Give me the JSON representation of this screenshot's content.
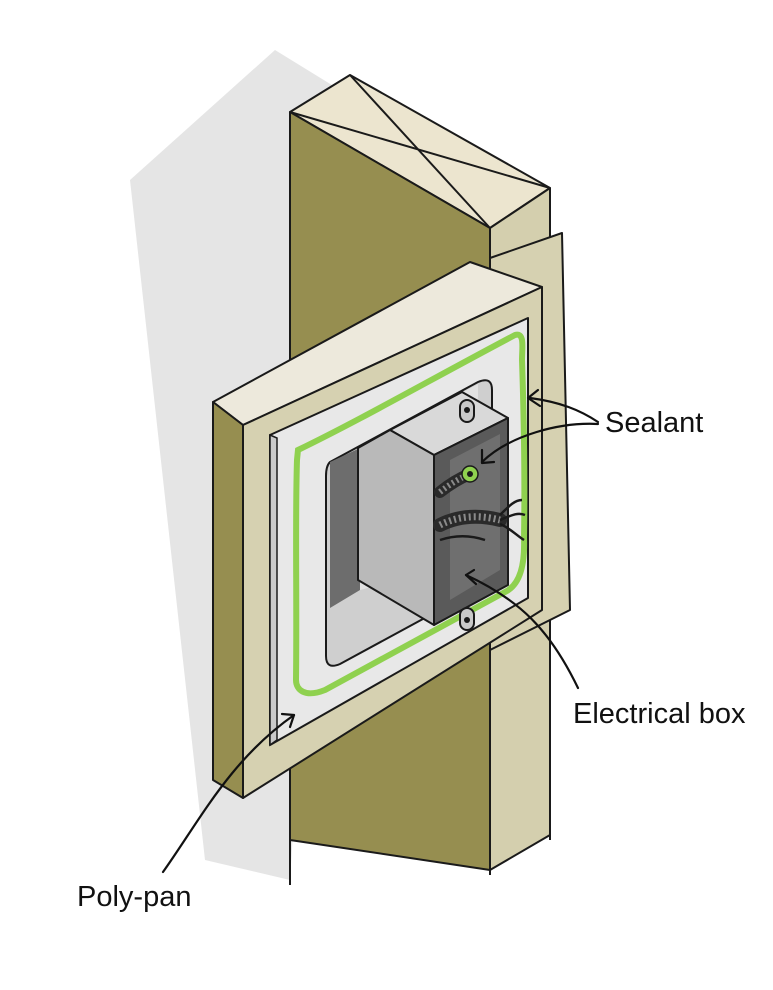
{
  "labels": {
    "sealant": "Sealant",
    "electrical_box": "Electrical box",
    "poly_pan": "Poly-pan"
  },
  "colors": {
    "stud_face": "#968e50",
    "stud_side": "#d4cfae",
    "stud_top": "#ece5cf",
    "sheathing_front": "#ede9dc",
    "sheathing_edge": "#d6d1b1",
    "poly_pan": "#e8e8e8",
    "sealant": "#8fd14f",
    "electrical_box": "#b9b9b9",
    "shadow": "#e5e5e5",
    "outline": "#1a1a1a"
  }
}
